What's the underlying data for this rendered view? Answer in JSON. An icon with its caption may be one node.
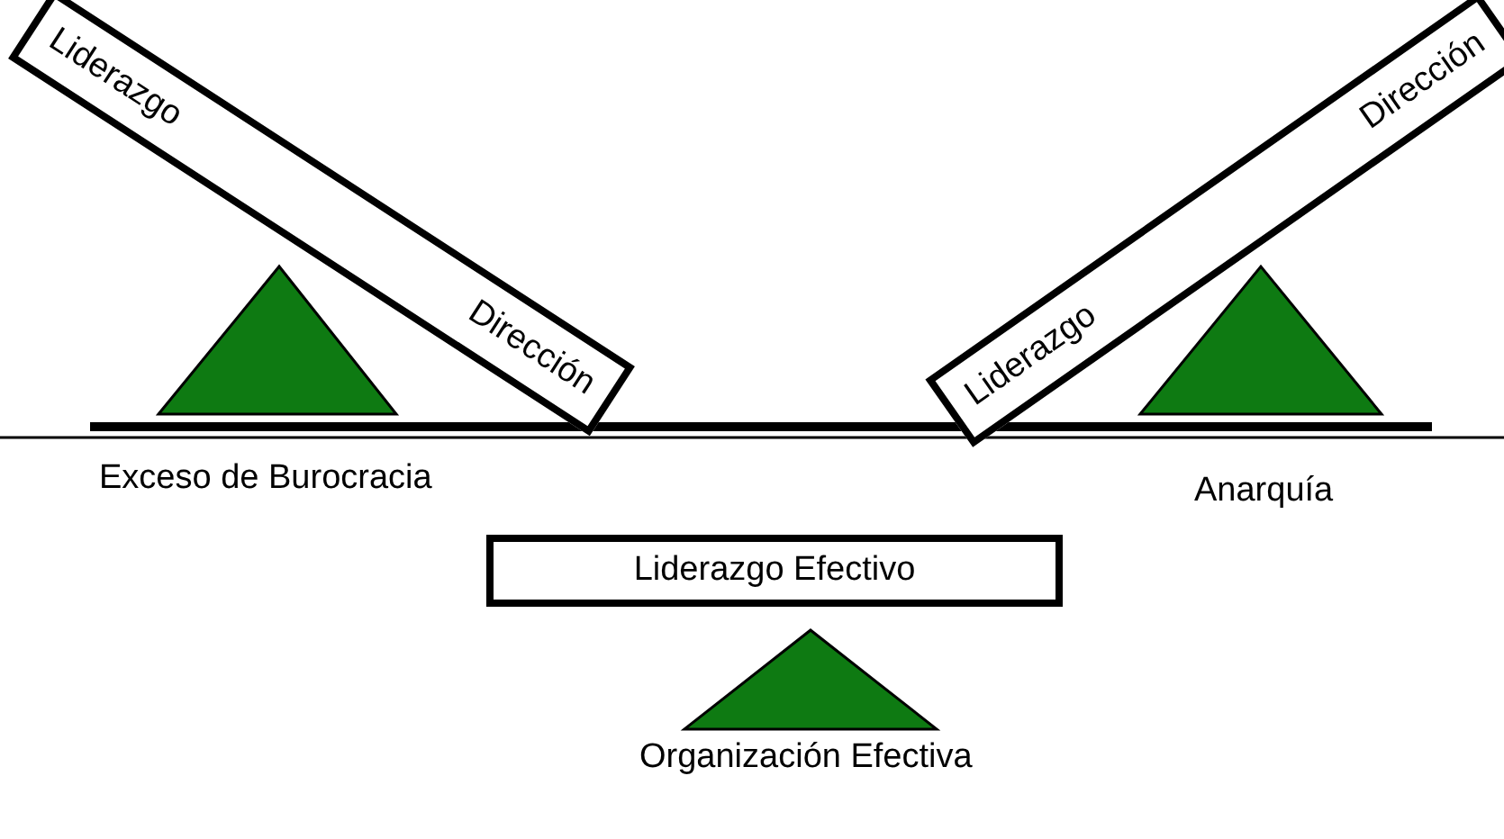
{
  "diagram": {
    "nodes": [
      {
        "text": [
          "Liderazgo",
          "Dirección"
        ]
      },
      {
        "text": [
          "Liderazgo",
          "Dirección"
        ]
      },
      {
        "text": [
          "Liderazgo Efectivo"
        ]
      }
    ],
    "labels": [
      "Exceso de Burocracia",
      "Anarquía",
      "Organización Efectiva"
    ]
  }
}
